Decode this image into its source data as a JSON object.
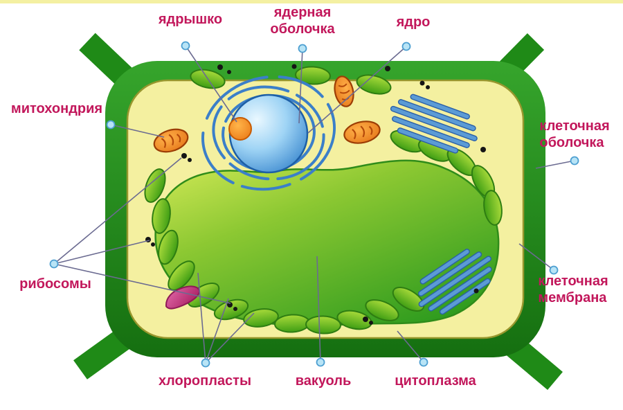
{
  "labels": {
    "nucleolus": "ядрышко",
    "nuclear_envelope": "ядерная\nоболочка",
    "nucleus": "ядро",
    "mitochondrion": "митохондрия",
    "cell_wall": "клеточная\nоболочка",
    "cell_membrane": "клеточная\nмембрана",
    "ribosomes": "рибосомы",
    "chloroplasts": "хлоропласты",
    "vacuole": "вакуоль",
    "cytoplasm": "цитоплазма"
  },
  "colors": {
    "label": "#c2175b",
    "cell_wall": "#1f8a17",
    "cytoplasm": "#f4f0a0",
    "vacuole": "#5cb82a",
    "nucleus": "#4a9de0",
    "nucleolus": "#ff8c1e",
    "mitochondrion": "#f07818",
    "er": "#5b9bd5",
    "golgi": "#cc3f8c",
    "leader_dot": "#b8e4f6"
  }
}
